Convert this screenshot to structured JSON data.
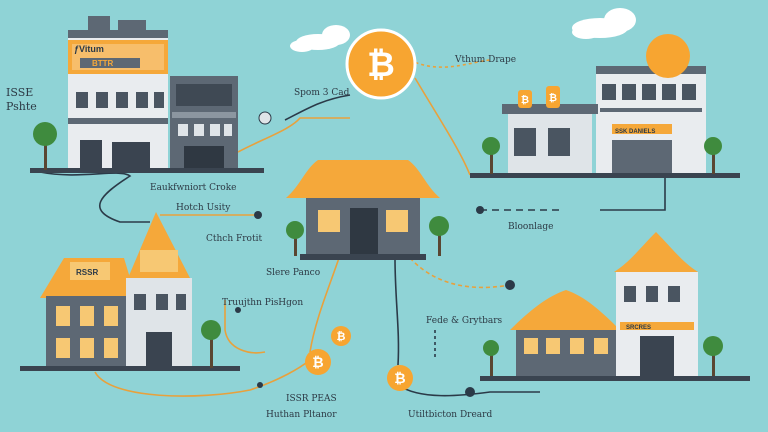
{
  "labels": {
    "top_center_caption": "Spom 3 Cad",
    "top_right_caption": "Vthum Drape",
    "left_caption_1": "ISSE",
    "left_caption_2": "Pshte",
    "mid_left_1": "Eaukfwniort Croke",
    "mid_left_2": "Hotch Usity",
    "mid_left_3": "Cthch Frotit",
    "center_caption": "Slere Panco",
    "lower_left_caption": "Truujthn PisHgon",
    "right_caption": "Bloonlage",
    "lower_center_caption": "Fede & Grytbars",
    "bottom_caption_1": "ISSR PEAS",
    "bottom_caption_2": "Huthan Pltanor",
    "bottom_center_caption": "Utiltbicton Dreard"
  },
  "signs": {
    "top_left_sign": "ƒVitum",
    "top_left_board": "BTTR",
    "left_house_sign": "RSSR",
    "right_building_sign": "SSK DANIELS",
    "right_house_sign": "SRCRES"
  },
  "coin_symbol": "₿",
  "colors": {
    "background": "#8fd3d6",
    "bitcoin_orange": "#f7a531",
    "roof_orange": "#f5a83a",
    "building_gray": "#5d6874",
    "path_orange": "#e8a13c",
    "tree_green": "#3f8b3e"
  }
}
